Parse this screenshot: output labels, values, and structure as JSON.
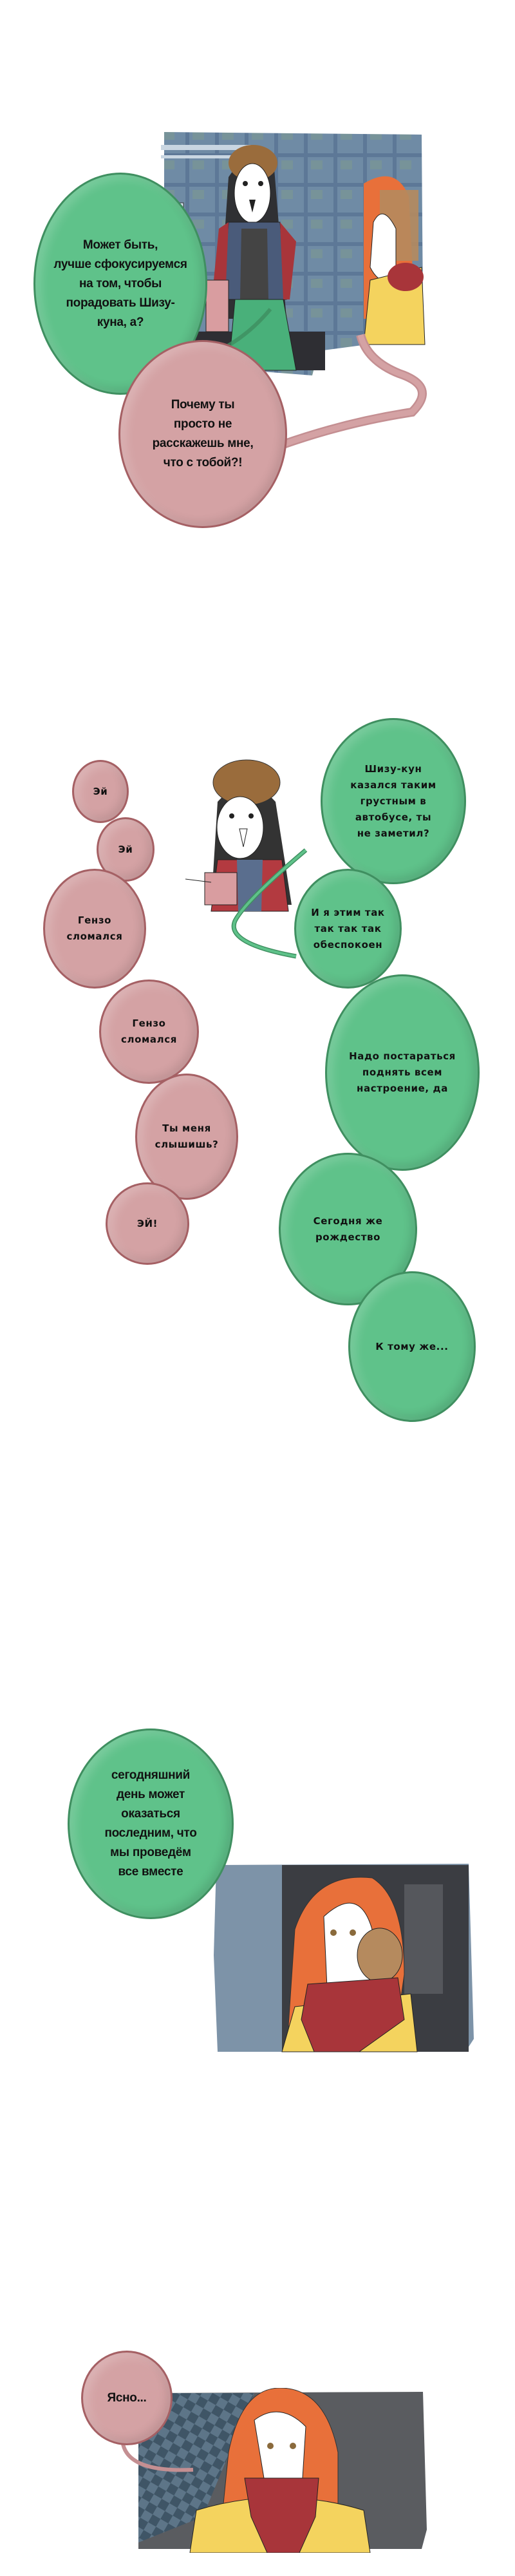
{
  "colors": {
    "green_bubble": "#5fc28a",
    "pink_bubble": "#d4a2a4"
  },
  "scene1": {
    "green_bubble": "Может быть,\nлучше сфокусируемся\nна том, чтобы\nпорадовать Шизу-\nкуна, а?",
    "pink_bubble": "Почему ты\nпросто не\nрасскажешь мне,\nчто с тобой?!"
  },
  "scene2": {
    "pink_bubbles": [
      "Эй",
      "Эй",
      "Гензо\nсломался",
      "Гензо\nсломался",
      "Ты меня\nслышишь?",
      "ЭЙ!"
    ],
    "green_bubbles": [
      "Шизу-кун\nказался таким\nгрустным в\nавтобусе, ты\nне заметил?",
      "И я этим так\nтак так так\nобеспокоен",
      "Надо постараться\nподнять всем\nнастроение, да",
      "Сегодня же\nрождество",
      "К тому же..."
    ]
  },
  "scene3": {
    "green_bubble": "сегодняшний\nдень может\nоказаться\nпоследним, что\nмы проведём\nвсе вместе"
  },
  "scene4": {
    "pink_bubble": "Ясно..."
  }
}
